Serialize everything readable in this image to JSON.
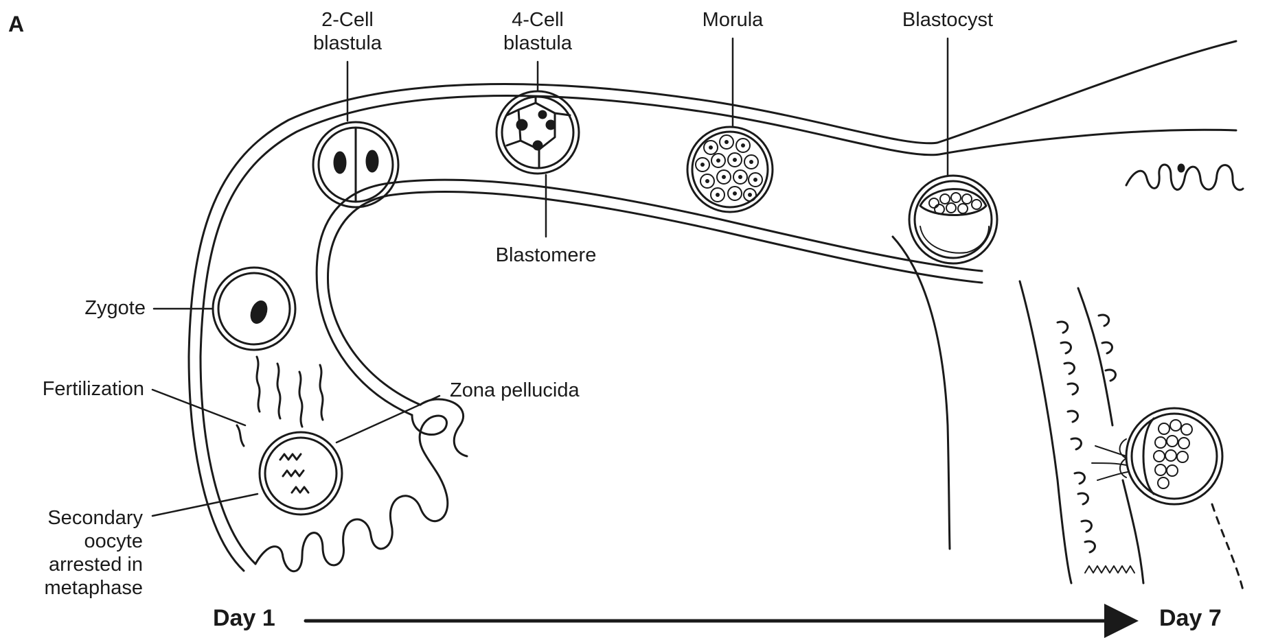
{
  "panel_letter": "A",
  "labels": {
    "two_cell": "2-Cell\nblastula",
    "four_cell": "4-Cell\nblastula",
    "morula": "Morula",
    "blastocyst": "Blastocyst",
    "blastomere": "Blastomere",
    "zygote": "Zygote",
    "fertilization": "Fertilization",
    "zona_pellucida": "Zona pellucida",
    "secondary_oocyte": "Secondary\noocyte\narrested in\nmetaphase"
  },
  "timeline": {
    "start": "Day 1",
    "end": "Day 7"
  }
}
